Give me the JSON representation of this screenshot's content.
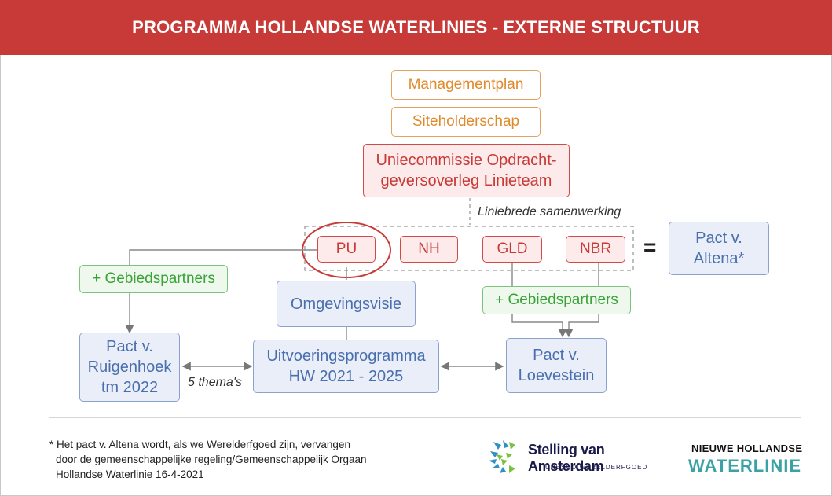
{
  "header": {
    "title": "PROGRAMMA HOLLANDSE WATERLINIES - EXTERNE STRUCTUUR"
  },
  "diagram": {
    "managementplan": "Managementplan",
    "siteholderschap": "Siteholderschap",
    "uniecommissie": "Uniecommissie Opdracht-\ngeversoverleg Linieteam",
    "liniebrede": "Liniebrede samenwerking",
    "regions": [
      "PU",
      "NH",
      "GLD",
      "NBR"
    ],
    "equals": "=",
    "pact_altena": "Pact v.\nAltena*",
    "gebiedspartners_left": "+ Gebiedspartners",
    "gebiedspartners_right": "+ Gebiedspartners",
    "omgevingsvisie": "Omgevingsvisie",
    "pact_ruigenhoek": "Pact v.\nRuigenhoek\ntm 2022",
    "uitvoeringsprogramma": "Uitvoeringsprogramma\nHW 2021 - 2025",
    "pact_loevestein": "Pact v.\nLoevestein",
    "themas": "5 thema's"
  },
  "footer": {
    "note_lines": [
      "* Het pact v. Altena wordt, als we Werelderfgoed zijn, vervangen",
      "door de gemeenschappelijke regeling/Gemeenschappelijk Orgaan",
      "Hollandse Waterlinie 16-4-2021"
    ],
    "logo_sva_name": "Stelling van Amsterdam",
    "logo_sva_sub": "UNESCO WERELDERFGOED",
    "logo_nhw_top": "NIEUWE HOLLANDSE",
    "logo_nhw_bottom": "WATERLINIE"
  },
  "colors": {
    "header": "#c83a37",
    "orange": "#e08a2c",
    "red": "#c83a37",
    "blue": "#4a6fae",
    "green": "#3aa338",
    "teal": "#3aa2a5"
  }
}
